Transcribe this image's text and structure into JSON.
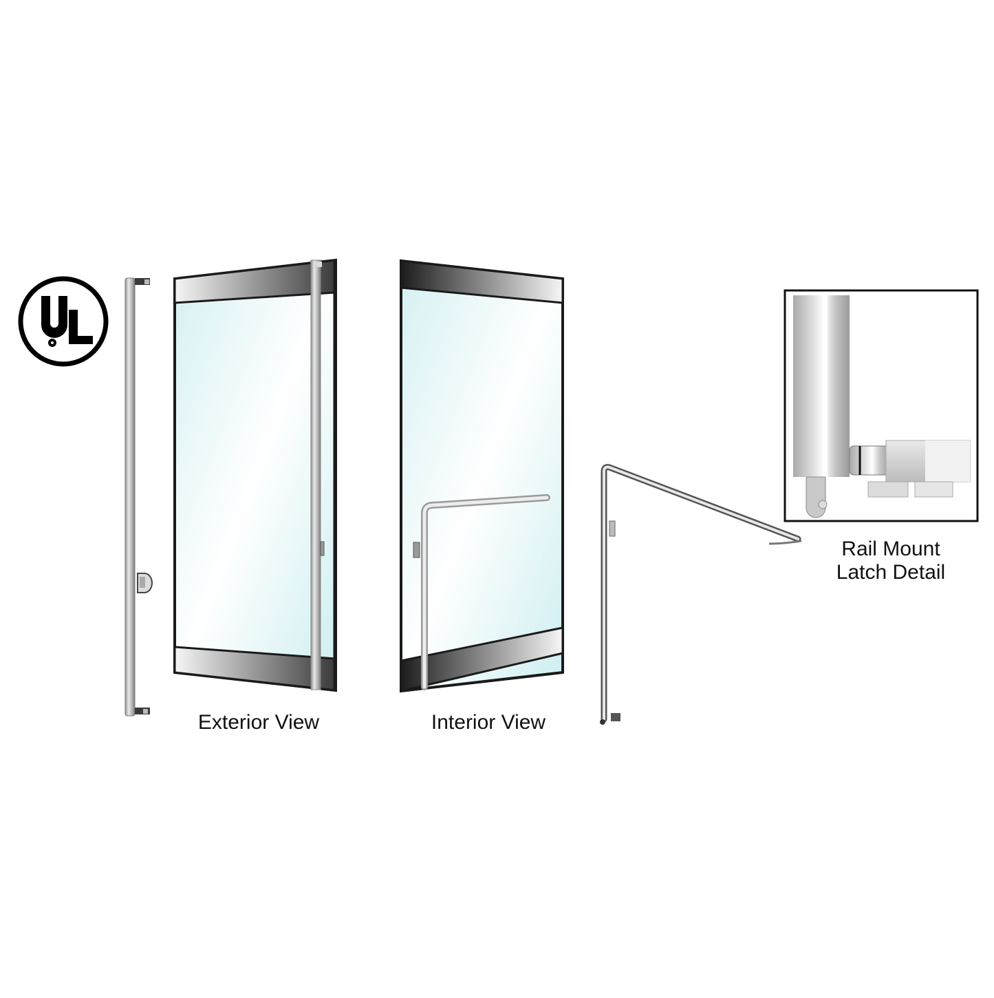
{
  "figure": {
    "logo": {
      "text": "UL",
      "icon": "ul-certification-icon"
    },
    "views": [
      {
        "id": "exterior",
        "label": "Exterior View"
      },
      {
        "id": "interior",
        "label": "Interior View"
      }
    ],
    "detail": {
      "line1": "Rail Mount",
      "line2": "Latch Detail"
    },
    "colors": {
      "glass_light": "#ffffff",
      "glass_tint": "#cdeef0",
      "frame": "#1a1a1a",
      "metal_dark": "#2a2a2a",
      "metal_light": "#f2f2f2",
      "rail": "#c8c8c8"
    }
  }
}
